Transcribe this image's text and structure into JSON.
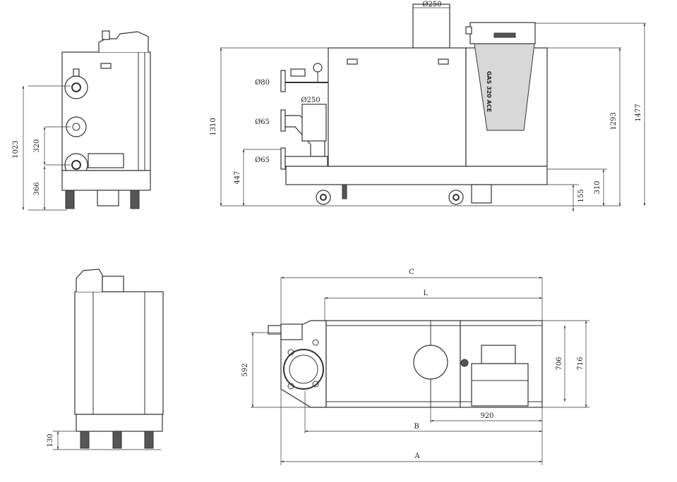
{
  "diagram": {
    "product_label": "GAS 320 ACE",
    "dimensions": {
      "d_flue_top": "Ø250",
      "d_flue_side": "Ø250",
      "d_gas": "Ø80",
      "d_flow": "Ø65",
      "d_return": "Ø65",
      "h_1023": "1023",
      "h_320": "320",
      "h_366": "366",
      "h_1310": "1310",
      "h_447": "447",
      "h_1293": "1293",
      "h_1477": "1477",
      "h_155": "155",
      "h_310": "310",
      "h_130": "130",
      "w_592": "592",
      "w_706": "706",
      "w_716": "716",
      "w_920": "920",
      "w_C": "C",
      "w_L": "L",
      "w_B": "B",
      "w_A": "A"
    }
  },
  "colors": {
    "line": "#333333",
    "fill_grey": "#d8d8d8",
    "background": "#ffffff"
  }
}
